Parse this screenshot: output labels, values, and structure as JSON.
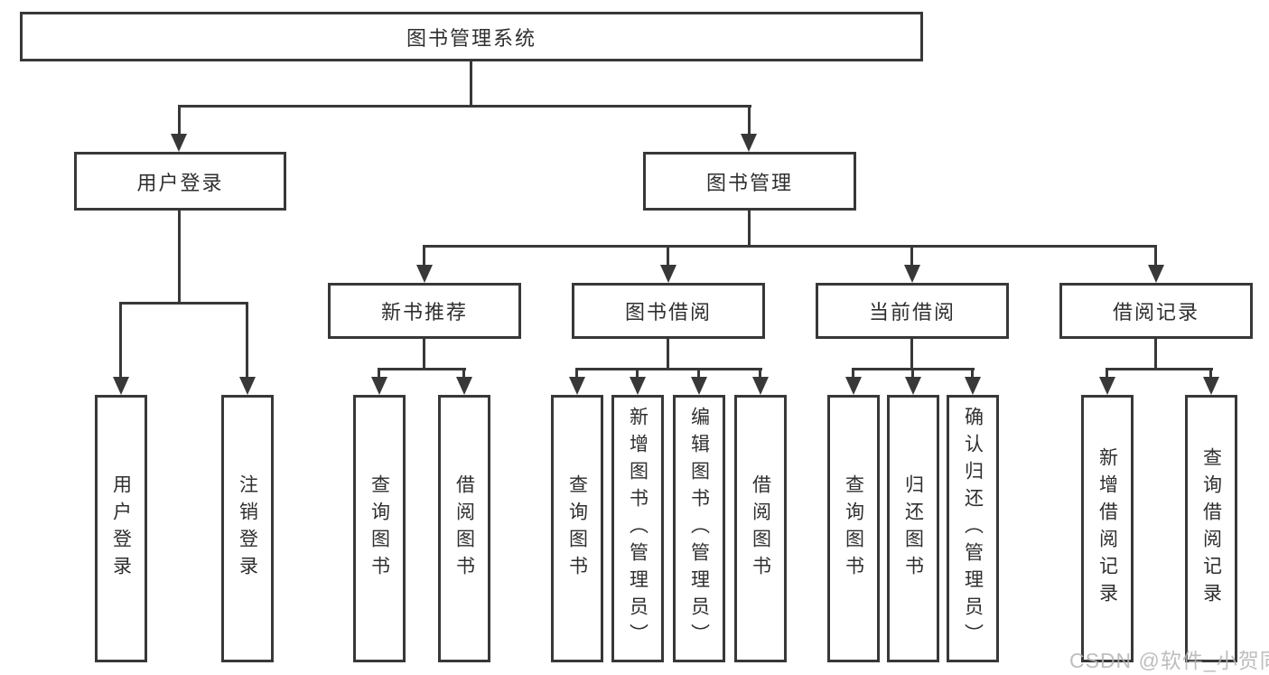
{
  "root": {
    "label": "图书管理系统"
  },
  "level2": {
    "user_login": "用户登录",
    "book_mgmt": "图书管理"
  },
  "level3": {
    "new_book": "新书推荐",
    "borrow": "图书借阅",
    "current": "当前借阅",
    "records": "借阅记录"
  },
  "leaves": {
    "user_login": "用户登录",
    "logout": "注销登录",
    "nb_query": "查询图书",
    "nb_borrow": "借阅图书",
    "bb_query": "查询图书",
    "bb_add": "新增图书（管理员）",
    "bb_edit": "编辑图书（管理员）",
    "bb_borrow": "借阅图书",
    "cb_query": "查询图书",
    "cb_return": "归还图书",
    "cb_confirm": "确认归还（管理员）",
    "br_add": "新增借阅记录",
    "br_query": "查询借阅记录"
  },
  "watermark": "CSDN @软件_小贺同学",
  "colors": {
    "line": "#383838",
    "text": "#2f2f2f",
    "watermark": "#b3b3b3",
    "background": "#ffffff"
  }
}
